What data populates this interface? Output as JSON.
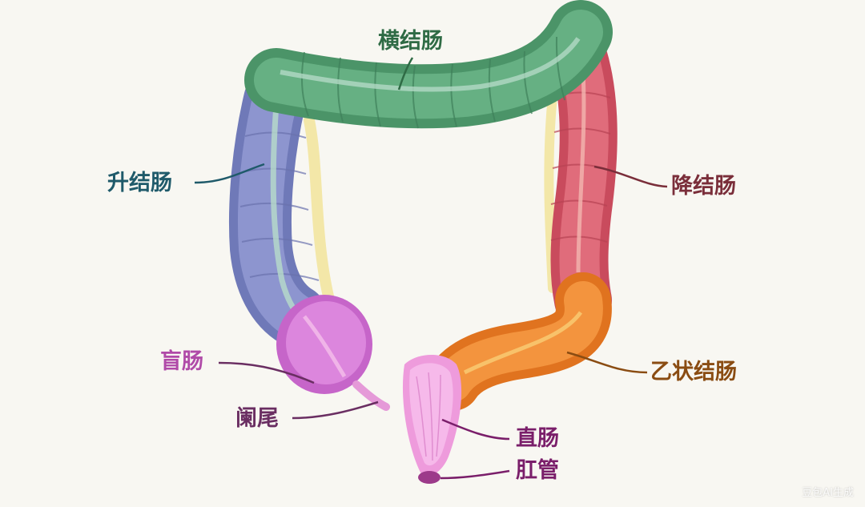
{
  "labels": {
    "transverse_colon": "横结肠",
    "ascending_colon": "升结肠",
    "descending_colon": "降结肠",
    "cecum": "盲肠",
    "appendix": "阑尾",
    "sigmoid_colon": "乙状结肠",
    "rectum": "直肠",
    "anal_canal": "肛管"
  },
  "colors": {
    "background": "#f8f7f2",
    "transverse": "#5aa779",
    "transverse_label": "#2f6b45",
    "ascending": "#7d86c4",
    "ascending_label": "#1f5a6a",
    "descending": "#d9606e",
    "descending_label": "#7a2e3a",
    "cecum": "#d67ad8",
    "cecum_label": "#b04aa8",
    "appendix_label": "#6a2e62",
    "sigmoid": "#ee8a3a",
    "sigmoid_label": "#8a4c12",
    "rectum": "#f2a6e2",
    "rectum_label": "#7a1e6a",
    "anal_label": "#7a1e6a",
    "fat": "#f3e7a8",
    "vessel": "#b8dcc9"
  },
  "watermark": "豆包AI生成"
}
